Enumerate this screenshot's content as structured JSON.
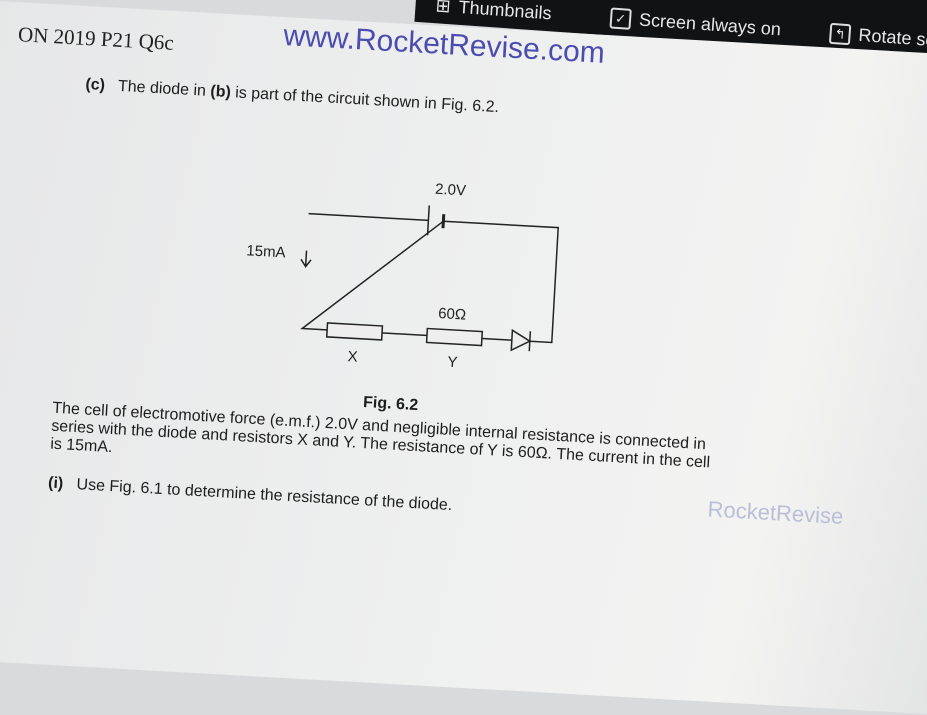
{
  "toolbar": {
    "thumbnails": "Thumbnails",
    "screen_always_on": "Screen always on",
    "rotate": "Rotate sc"
  },
  "header": {
    "code": "ON 2019 P21 Q6c",
    "url": "www.RocketRevise.com"
  },
  "question": {
    "part_label": "(c)",
    "intro_pre": "The diode in ",
    "intro_bold": "(b)",
    "intro_post": " is part of the circuit shown in Fig. 6.2.",
    "body_line1": "The cell of electromotive force (e.m.f.) 2.0V and negligible internal resistance is connected in",
    "body_line2": "series with the diode and resistors X and Y. The resistance of Y is 60Ω. The current in the cell",
    "body_line3": "is 15mA.",
    "sub_label": "(i)",
    "sub_text": "Use Fig. 6.1 to determine the resistance of the diode."
  },
  "figure": {
    "emf": "2.0V",
    "current": "15mA",
    "resistance_y": "60Ω",
    "label_x": "X",
    "label_y": "Y",
    "caption": "Fig. 6.2"
  },
  "watermark": "RocketRevise"
}
